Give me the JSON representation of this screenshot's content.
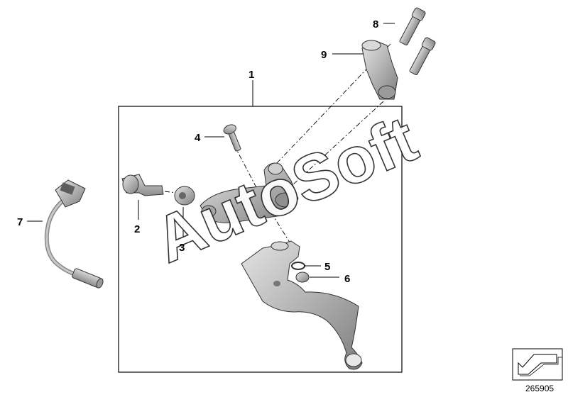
{
  "diagram": {
    "callouts": [
      {
        "id": "1",
        "label": "1"
      },
      {
        "id": "2",
        "label": "2"
      },
      {
        "id": "3",
        "label": "3"
      },
      {
        "id": "4",
        "label": "4"
      },
      {
        "id": "5",
        "label": "5"
      },
      {
        "id": "6",
        "label": "6"
      },
      {
        "id": "7",
        "label": "7"
      },
      {
        "id": "8",
        "label": "8"
      },
      {
        "id": "9",
        "label": "9"
      }
    ],
    "watermark": "AutoSoft",
    "reference_number": "265905",
    "colors": {
      "part_fill": "#b9b9b9",
      "part_dark": "#8a8a8a",
      "line": "#000000"
    }
  }
}
